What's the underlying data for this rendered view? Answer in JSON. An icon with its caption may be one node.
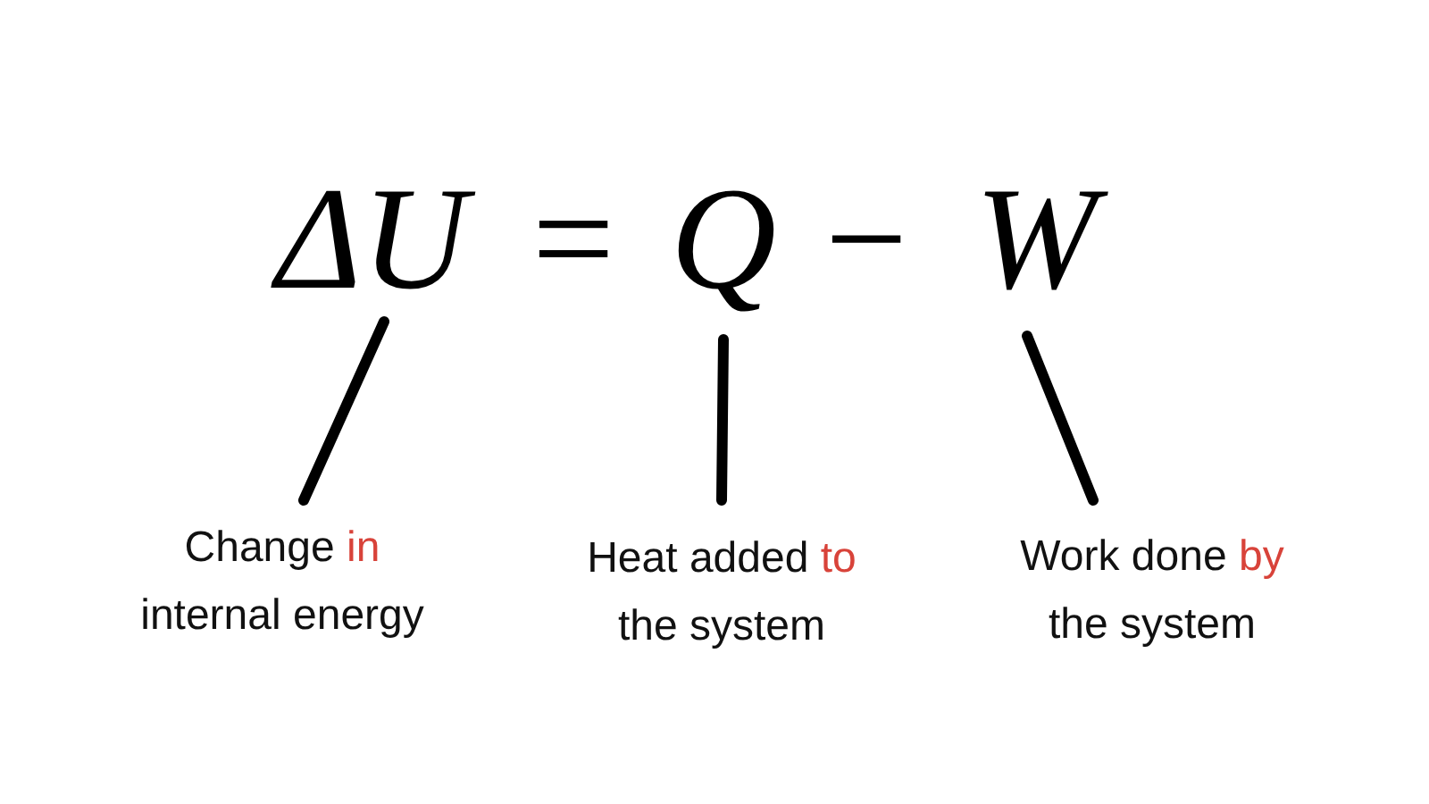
{
  "diagram": {
    "nodes": [
      {
        "text": [
          "ΔU"
        ]
      },
      {
        "text": [
          "Q"
        ]
      },
      {
        "text": [
          "W"
        ]
      },
      {
        "text": [
          "Change **in** internal energy"
        ]
      },
      {
        "text": [
          "Heat added **to** the system"
        ]
      },
      {
        "text": [
          "Work done **by** the system"
        ]
      }
    ],
    "edges": [
      {
        "from": 3,
        "to": 0,
        "arrow": "none"
      },
      {
        "from": 4,
        "to": 1,
        "arrow": "none"
      },
      {
        "from": 5,
        "to": 2,
        "arrow": "none"
      }
    ],
    "labels": [
      "=",
      "−"
    ]
  }
}
